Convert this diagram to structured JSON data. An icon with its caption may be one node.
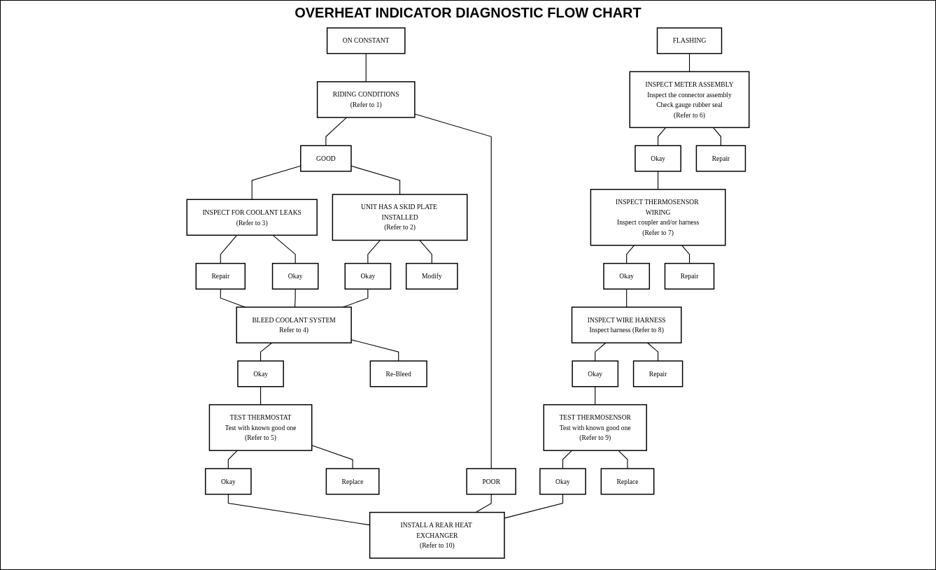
{
  "diagram": {
    "title": "OVERHEAT INDICATOR DIAGNOSTIC FLOW CHART",
    "nodes": [
      {
        "text": [
          "ON CONSTANT"
        ]
      },
      {
        "text": [
          "RIDING CONDITIONS",
          "(Refer to 1)"
        ]
      },
      {
        "text": [
          "GOOD"
        ]
      },
      {
        "text": [
          "POOR"
        ]
      },
      {
        "text": [
          "INSPECT FOR COOLANT LEAKS",
          "(Refer to 3)"
        ]
      },
      {
        "text": [
          "UNIT HAS A SKID PLATE INSTALLED",
          "(Refer to 2)"
        ]
      },
      {
        "text": [
          "Repair"
        ]
      },
      {
        "text": [
          "Okay"
        ]
      },
      {
        "text": [
          "Okay"
        ]
      },
      {
        "text": [
          "Modify"
        ]
      },
      {
        "text": [
          "BLEED COOLANT SYSTEM",
          "Refer to 4)"
        ]
      },
      {
        "text": [
          "Okay"
        ]
      },
      {
        "text": [
          "Re-Bleed"
        ]
      },
      {
        "text": [
          "TEST THERMOSTAT",
          "Test with known good one",
          "(Refer to 5)"
        ]
      },
      {
        "text": [
          "Okay"
        ]
      },
      {
        "text": [
          "Replace"
        ]
      },
      {
        "text": [
          "INSTALL A REAR HEAT EXCHANGER",
          "(Refer to 10)"
        ]
      },
      {
        "text": [
          "FLASHING"
        ]
      },
      {
        "text": [
          "INSPECT METER ASSEMBLY",
          "Inspect the connector assembly",
          "Check gauge rubber seal",
          "(Refer to 6)"
        ]
      },
      {
        "text": [
          "Okay"
        ]
      },
      {
        "text": [
          "Repair"
        ]
      },
      {
        "text": [
          "INSPECT THERMOSENSOR WIRING",
          "Inspect coupler and/or harness",
          "(Refer to 7)"
        ]
      },
      {
        "text": [
          "Okay"
        ]
      },
      {
        "text": [
          "Repair"
        ]
      },
      {
        "text": [
          "INSPECT WIRE HARNESS",
          "Inspect harness (Refer to 8)"
        ]
      },
      {
        "text": [
          "Okay"
        ]
      },
      {
        "text": [
          "Repair"
        ]
      },
      {
        "text": [
          "TEST THERMOSENSOR",
          "Test with known good one",
          "(Refer to 9)"
        ]
      },
      {
        "text": [
          "Okay"
        ]
      },
      {
        "text": [
          "Replace"
        ]
      }
    ],
    "edges": [
      {
        "from": 0,
        "to": 1,
        "arrow": "none"
      },
      {
        "from": 1,
        "to": 2,
        "arrow": "none"
      },
      {
        "from": 1,
        "to": 3,
        "arrow": "none"
      },
      {
        "from": 2,
        "to": 4,
        "arrow": "none"
      },
      {
        "from": 2,
        "to": 5,
        "arrow": "none"
      },
      {
        "from": 4,
        "to": 6,
        "arrow": "none"
      },
      {
        "from": 4,
        "to": 7,
        "arrow": "none"
      },
      {
        "from": 5,
        "to": 8,
        "arrow": "none"
      },
      {
        "from": 5,
        "to": 9,
        "arrow": "none"
      },
      {
        "from": 6,
        "to": 10,
        "arrow": "none"
      },
      {
        "from": 7,
        "to": 10,
        "arrow": "none"
      },
      {
        "from": 8,
        "to": 10,
        "arrow": "none"
      },
      {
        "from": 10,
        "to": 11,
        "arrow": "none"
      },
      {
        "from": 10,
        "to": 12,
        "arrow": "none"
      },
      {
        "from": 11,
        "to": 13,
        "arrow": "none"
      },
      {
        "from": 13,
        "to": 14,
        "arrow": "none"
      },
      {
        "from": 13,
        "to": 15,
        "arrow": "none"
      },
      {
        "from": 14,
        "to": 16,
        "arrow": "none"
      },
      {
        "from": 3,
        "to": 16,
        "arrow": "none"
      },
      {
        "from": 17,
        "to": 18,
        "arrow": "none"
      },
      {
        "from": 18,
        "to": 19,
        "arrow": "none"
      },
      {
        "from": 18,
        "to": 20,
        "arrow": "none"
      },
      {
        "from": 19,
        "to": 21,
        "arrow": "none"
      },
      {
        "from": 21,
        "to": 22,
        "arrow": "none"
      },
      {
        "from": 21,
        "to": 23,
        "arrow": "none"
      },
      {
        "from": 22,
        "to": 24,
        "arrow": "none"
      },
      {
        "from": 24,
        "to": 25,
        "arrow": "none"
      },
      {
        "from": 24,
        "to": 26,
        "arrow": "none"
      },
      {
        "from": 25,
        "to": 27,
        "arrow": "none"
      },
      {
        "from": 27,
        "to": 28,
        "arrow": "none"
      },
      {
        "from": 27,
        "to": 29,
        "arrow": "none"
      },
      {
        "from": 28,
        "to": 16,
        "arrow": "none"
      }
    ]
  }
}
